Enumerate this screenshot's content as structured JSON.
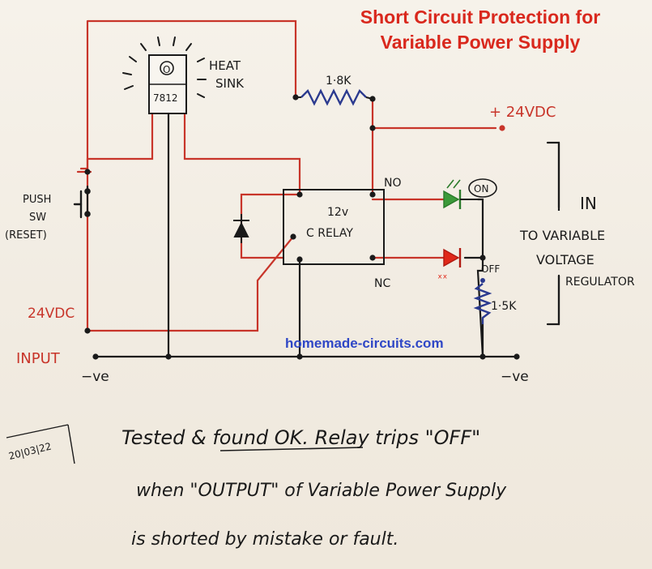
{
  "title": {
    "line1": "Short Circuit Protection for",
    "line2": "Variable Power Supply"
  },
  "labels": {
    "heat_sink_1": "HEAT",
    "heat_sink_2": "SINK",
    "regulator_o": "O",
    "regulator": "7812",
    "resistor_top": "1·8K",
    "supply_plus": "+ 24VDC",
    "no": "NO",
    "relay_12v": "12v",
    "relay_c": "C  RELAY",
    "nc": "NC",
    "on": "ON",
    "off": "OFF",
    "red_led_mark": "ˣˣ",
    "resistor_bottom": "1·5K",
    "push_1": "PUSH",
    "push_2": "SW",
    "push_3": "(RESET)",
    "input_voltage": "24VDC",
    "input": "INPUT",
    "neg_left": "−ve",
    "neg_right": "−ve",
    "in": "IN",
    "to_1": "TO VARIABLE",
    "to_2": "VOLTAGE",
    "to_3": "REGULATOR",
    "date": "20|03|22",
    "note_1": "Tested & found OK. Relay trips \"OFF\"",
    "note_2": "when \"OUTPUT\" of Variable Power Supply",
    "note_3": "is shorted by mistake or fault."
  },
  "watermark": "homemade-circuits.com",
  "colors": {
    "red_wire": "#c8352a",
    "black_wire": "#1a1a1a",
    "title": "#d9281d",
    "watermark": "#2f47c6",
    "led_on": "#3c9a3a",
    "led_off": "#e0281a",
    "resistor": "#2b3a8f"
  }
}
